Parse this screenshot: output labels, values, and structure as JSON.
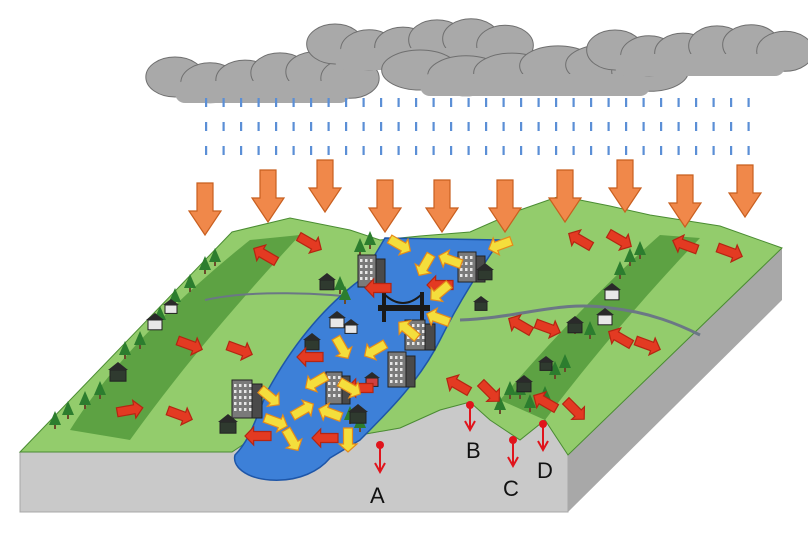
{
  "colors": {
    "cloud": "#a9a9a9",
    "cloud_edge": "#6f6f6f",
    "rain": "#5b8fd6",
    "rain_arrow": "#f0884a",
    "rain_arrow_edge": "#c85f1f",
    "ground_top": "#93cc6c",
    "ground_dark": "#5da243",
    "ground_side": "#c9c9c9",
    "ground_side_dark": "#a8a8a8",
    "water": "#3d80d8",
    "water_edge": "#1e56a8",
    "flow_red": "#e33a22",
    "flow_yellow": "#f4de3c",
    "road": "#6b7785",
    "marker": "#e0141c",
    "tree": "#2c7d2e"
  },
  "icons": {
    "cloud": "cloud-icon",
    "building": "building-icon",
    "house": "house-icon",
    "tree": "tree-icon",
    "bridge": "bridge-icon"
  },
  "points": [
    {
      "id": "A",
      "label": "A"
    },
    {
      "id": "B",
      "label": "B"
    },
    {
      "id": "C",
      "label": "C"
    },
    {
      "id": "D",
      "label": "D"
    }
  ]
}
